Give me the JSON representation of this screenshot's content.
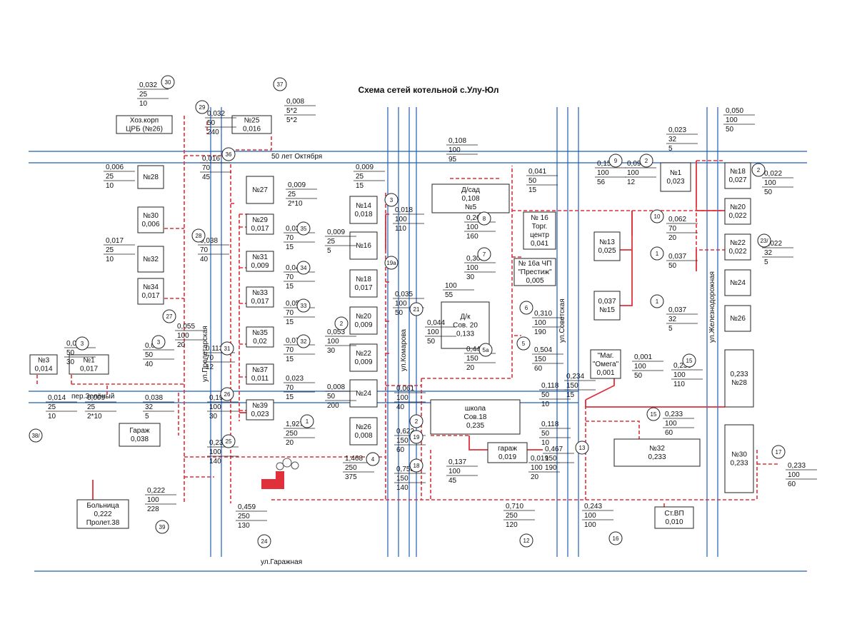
{
  "title": "Схема сетей котельной с.Улу-Юл",
  "streets": [
    "50 лет Октября",
    "пер.Зелёный",
    "ул.Пролетарская",
    "ул.Комарова",
    "ул.Советская",
    "ул.Железнодорожная",
    "ул.Гаражная"
  ],
  "buildings": [
    {
      "lines": [
        "Хоз.корп",
        "ЦРБ (№26)"
      ]
    },
    {
      "lines": [
        "№25",
        "0,016"
      ]
    },
    {
      "lines": [
        "№28"
      ]
    },
    {
      "lines": [
        "№30",
        "0,006"
      ]
    },
    {
      "lines": [
        "№32"
      ]
    },
    {
      "lines": [
        "№34",
        "0,017"
      ]
    },
    {
      "lines": [
        "№3",
        "0,014"
      ]
    },
    {
      "lines": [
        "№1",
        "0,017"
      ]
    },
    {
      "lines": [
        "№27"
      ]
    },
    {
      "lines": [
        "№29",
        "0,017"
      ]
    },
    {
      "lines": [
        "№31",
        "0,009"
      ]
    },
    {
      "lines": [
        "№33",
        "0,017"
      ]
    },
    {
      "lines": [
        "№35",
        "0,02"
      ]
    },
    {
      "lines": [
        "№37",
        "0,011"
      ]
    },
    {
      "lines": [
        "№39",
        "0,023"
      ]
    },
    {
      "lines": [
        "Гараж",
        "0,038"
      ]
    },
    {
      "lines": [
        "Больница",
        "0,222",
        "Пролет.38"
      ]
    },
    {
      "lines": [
        "№14",
        "0,018"
      ]
    },
    {
      "lines": [
        "№16"
      ]
    },
    {
      "lines": [
        "№18",
        "0,017"
      ]
    },
    {
      "lines": [
        "№20",
        "0,009"
      ]
    },
    {
      "lines": [
        "№22",
        "0,009"
      ]
    },
    {
      "lines": [
        "№24"
      ]
    },
    {
      "lines": [
        "№26",
        "0,008"
      ]
    },
    {
      "lines": [
        "Д/сад",
        "0,108",
        "№5"
      ]
    },
    {
      "lines": [
        "№ 16",
        "Торг.",
        "центр",
        "0,041"
      ]
    },
    {
      "lines": [
        "№ 16а ЧП",
        "\"Престиж\"",
        "0,005"
      ]
    },
    {
      "lines": [
        "Д/к",
        "Сов. 20",
        "0,133"
      ]
    },
    {
      "lines": [
        "школа",
        "Сов.18",
        "0,235"
      ]
    },
    {
      "lines": [
        "гараж",
        "0,019"
      ]
    },
    {
      "lines": [
        "№1",
        "0,023"
      ]
    },
    {
      "lines": [
        "№13",
        "0,025"
      ]
    },
    {
      "lines": [
        "0,037",
        "№15"
      ]
    },
    {
      "lines": [
        "\"Маг.",
        "\"Омега\"",
        "0,001"
      ]
    },
    {
      "lines": [
        "№32",
        "0,233"
      ]
    },
    {
      "lines": [
        "Ст.ВП",
        "0,010"
      ]
    },
    {
      "lines": [
        "№18",
        "0,027"
      ]
    },
    {
      "lines": [
        "№20",
        "0,022"
      ]
    },
    {
      "lines": [
        "№22",
        "0,022"
      ]
    },
    {
      "lines": [
        "№24"
      ]
    },
    {
      "lines": [
        "№26"
      ]
    },
    {
      "lines": [
        "0,233",
        "№28"
      ]
    },
    {
      "lines": [
        "№30",
        "0,233"
      ]
    }
  ],
  "circles": [
    "30",
    "37",
    "29",
    "36",
    "28",
    "27",
    "3",
    "3",
    "31",
    "26",
    "38/",
    "25",
    "24",
    "39",
    "35",
    "34",
    "33",
    "32",
    "1",
    "2",
    "3",
    "19а",
    "21",
    "2",
    "19",
    "18",
    "4",
    "5а",
    "8",
    "7",
    "6",
    "5",
    "12",
    "9",
    "2",
    "10",
    "1",
    "1",
    "2",
    "23/",
    "15",
    "15",
    "13",
    "16",
    "17"
  ],
  "labels": [
    [
      "0,032",
      "25",
      "10"
    ],
    [
      "0,008",
      "5*2",
      "5*2"
    ],
    [
      "0,032",
      "50",
      "240"
    ],
    [
      "0,016",
      "70",
      "45"
    ],
    [
      "0,006",
      "25",
      "10"
    ],
    [
      "0,017",
      "25",
      "10"
    ],
    [
      "0,038",
      "70",
      "40"
    ],
    [
      "0,009",
      "25",
      "2*10"
    ],
    [
      "0,033",
      "70",
      "15"
    ],
    [
      "0,042",
      "70",
      "15"
    ],
    [
      "0,059",
      "70",
      "15"
    ],
    [
      "0,079",
      "70",
      "15"
    ],
    [
      "0,023",
      "70",
      "15"
    ],
    [
      "0,055",
      "100",
      "20"
    ],
    [
      "0,031",
      "50",
      "40"
    ],
    [
      "0,014",
      "50",
      "30"
    ],
    [
      "0,113",
      "70",
      "12"
    ],
    [
      "0,014",
      "25",
      "10"
    ],
    [
      "0,009",
      "25",
      "2*10"
    ],
    [
      "0,038",
      "32",
      "5"
    ],
    [
      "0,199",
      "100",
      "30"
    ],
    [
      "0,237",
      "100",
      "140"
    ],
    [
      "1,927",
      "250",
      "20"
    ],
    [
      "0,222",
      "100",
      "228"
    ],
    [
      "0,459",
      "250",
      "130"
    ],
    [
      "0,009",
      "25",
      "15"
    ],
    [
      "0,009",
      "25",
      "5"
    ],
    [
      "0,018",
      "100",
      "110"
    ],
    [
      "0,035",
      "100",
      "50"
    ],
    [
      "0,053",
      "100",
      "30"
    ],
    [
      "0,044",
      "100",
      "50"
    ],
    [
      "0,008",
      "50",
      "200"
    ],
    [
      "0,061",
      "100",
      "40"
    ],
    [
      "0,622",
      "150",
      "60"
    ],
    [
      "1,468",
      "250",
      "375"
    ],
    [
      "0,758",
      "150",
      "140"
    ],
    [
      "0,108",
      "100",
      "95"
    ],
    [
      "0,041",
      "50",
      "15"
    ],
    [
      "0,264",
      "100",
      "160"
    ],
    [
      "0,305",
      "100",
      "30"
    ],
    [
      "100",
      "55"
    ],
    [
      "0,443",
      "150",
      "20"
    ],
    [
      "0,310",
      "100",
      "190"
    ],
    [
      "0,504",
      "150",
      "60"
    ],
    [
      "0,118",
      "50",
      "10"
    ],
    [
      "0,118",
      "50",
      "10"
    ],
    [
      "0,019",
      "100",
      "20"
    ],
    [
      "0,137",
      "100",
      "45"
    ],
    [
      "0,710",
      "250",
      "120"
    ],
    [
      "0,467",
      "150",
      "190"
    ],
    [
      "0,234",
      "150",
      "15"
    ],
    [
      "0,243",
      "100",
      "100"
    ],
    [
      "0,156",
      "100",
      "56"
    ],
    [
      "0,094",
      "100",
      "12"
    ],
    [
      "0,023",
      "32",
      "5"
    ],
    [
      "0,062",
      "70",
      "20"
    ],
    [
      "0,037",
      "50"
    ],
    [
      "0,037",
      "32",
      "5"
    ],
    [
      "0,001",
      "100",
      "50"
    ],
    [
      "0,233",
      "100",
      "110"
    ],
    [
      "0,233",
      "100",
      "60"
    ],
    [
      "0,050",
      "100",
      "50"
    ],
    [
      "0,022",
      "100",
      "50"
    ],
    [
      "0,022",
      "32",
      "5"
    ],
    [
      "0,233",
      "100",
      "60"
    ]
  ],
  "colors": {
    "street": "#1f5fb8",
    "heat_pipe": "#e0303a",
    "boiler": "#e0303a",
    "outline": "#222222"
  },
  "icons": {
    "boiler": "boiler-house-icon"
  }
}
